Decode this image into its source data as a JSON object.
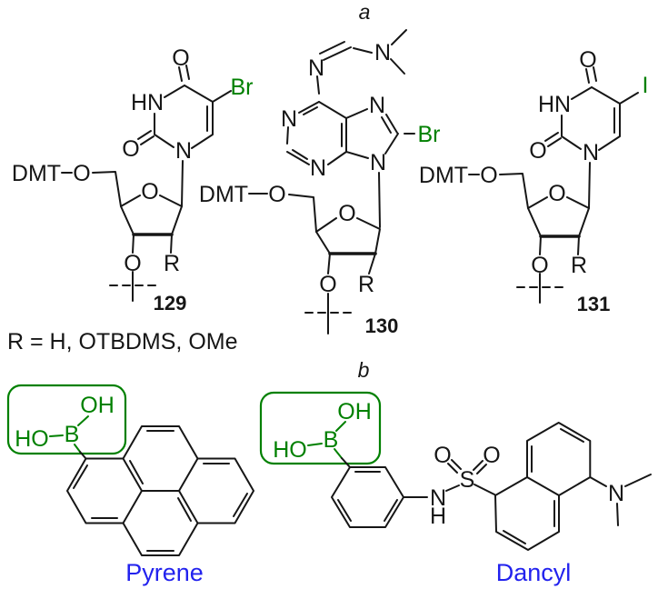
{
  "colors": {
    "bond": "#161616",
    "halogen_green": "#008000",
    "boronic_green": "#008000",
    "highlight_box_green": "#008000",
    "compound_name_blue": "#2222ee",
    "background": "#ffffff"
  },
  "panel_a_label": "a",
  "panel_b_label": "b",
  "r_group_note": "R = H, OTBDMS, OMe",
  "structures": {
    "s129": {
      "number": "129",
      "halogen": "Br",
      "o_carbonyl_top": "O",
      "imide_nh": "HN",
      "o_carbonyl_left": "O",
      "ring_n1": "N",
      "dmt": "DMT",
      "o_5prime": "O",
      "o_furanose": "O",
      "o_3prime": "O",
      "r_group": "R"
    },
    "s130": {
      "number": "130",
      "halogen": "Br",
      "amidine_n_left": "N",
      "amidine_n_right": "N",
      "purine_n1": "N",
      "purine_n3": "N",
      "purine_n7": "N",
      "purine_n9": "N",
      "dmt": "DMT",
      "o_5prime": "O",
      "o_furanose": "O",
      "o_3prime": "O",
      "r_group": "R"
    },
    "s131": {
      "number": "131",
      "halogen": "I",
      "o_carbonyl_top": "O",
      "imide_nh": "HN",
      "o_carbonyl_left": "O",
      "ring_n1": "N",
      "dmt": "DMT",
      "o_5prime": "O",
      "o_furanose": "O",
      "o_3prime": "O",
      "r_group": "R"
    }
  },
  "probes": {
    "pyrene": {
      "name": "Pyrene",
      "boron": "B",
      "oh_top": "OH",
      "ho_left": "HO"
    },
    "dancyl": {
      "name": "Dancyl",
      "boron": "B",
      "oh_top": "OH",
      "ho_left": "HO",
      "sulfonamide_n": "N",
      "sulfonamide_h": "H",
      "sulfur": "S",
      "o_sulfonyl_left": "O",
      "o_sulfonyl_right": "O",
      "dimethylamino_n": "N"
    }
  }
}
